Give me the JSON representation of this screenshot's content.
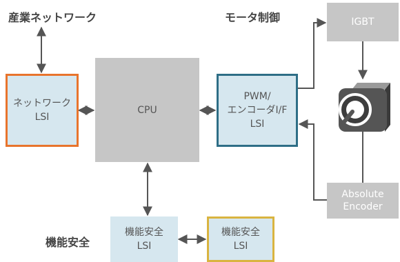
{
  "headings": {
    "industrial_network": "産業ネットワーク",
    "motor_control": "モータ制御",
    "functional_safety": "機能安全"
  },
  "blocks": {
    "network_lsi": [
      "ネットワーク",
      "LSI"
    ],
    "cpu": "CPU",
    "pwm_encoder": [
      "PWM/",
      "エンコーダI/F",
      "LSI"
    ],
    "igbt": "IGBT",
    "absolute_encoder": [
      "Absolute",
      "Encoder"
    ],
    "safety_lsi_1": [
      "機能安全",
      "LSI"
    ],
    "safety_lsi_2": [
      "機能安全",
      "LSI"
    ]
  },
  "motor": {
    "icon": "motor-icon"
  },
  "colors": {
    "network_border": "#e8742c",
    "pwm_border": "#2e6e86",
    "safety2_border": "#d9b440",
    "block_fill": "#d6e7ef",
    "gray_block": "#c6c6c6",
    "arrow": "#555555"
  }
}
